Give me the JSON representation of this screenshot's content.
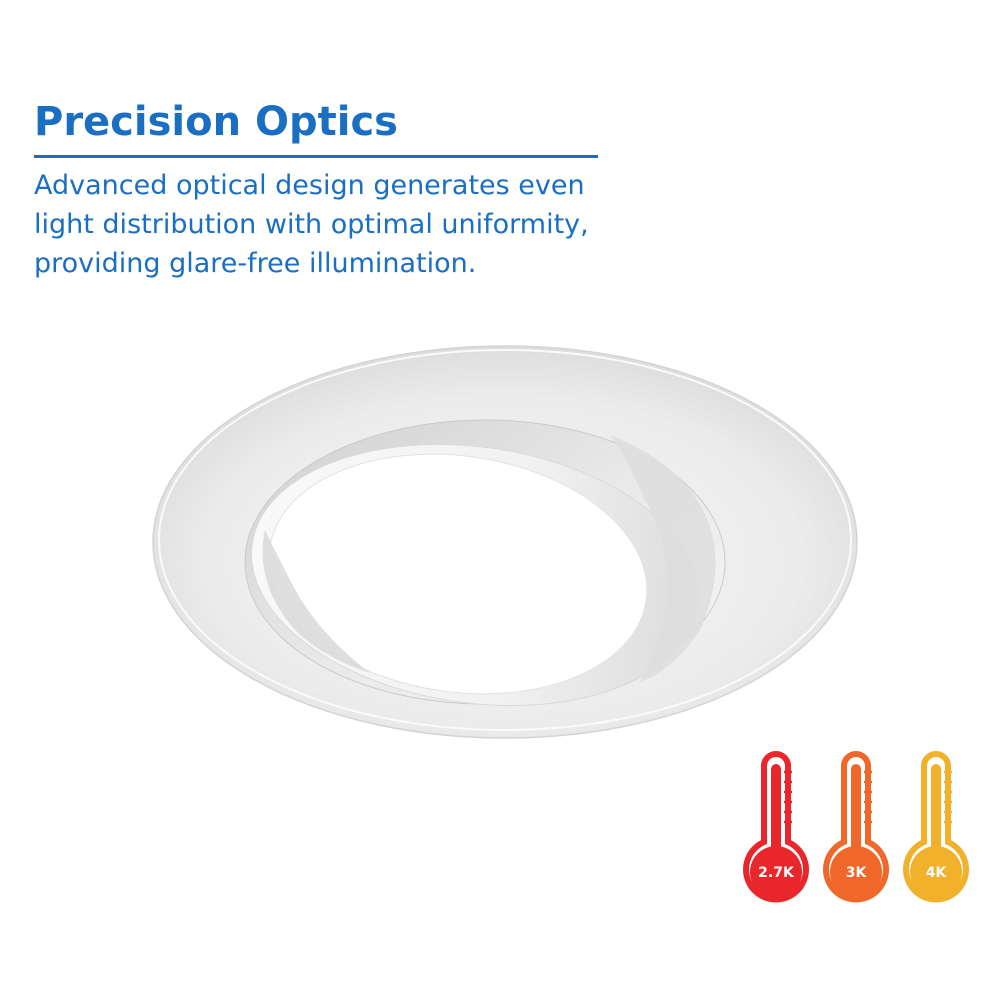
{
  "headline": "Precision Optics",
  "body_lines": [
    "Advanced optical design generates even",
    "light distribution with optimal uniformity,",
    "providing glare-free illumination."
  ],
  "product": {
    "icon": "recessed-gimbal-light-trim"
  },
  "color_temperatures": [
    {
      "label": "2.7K",
      "icon": "thermometer-icon",
      "color": "#e8262b"
    },
    {
      "label": "3K",
      "icon": "thermometer-icon",
      "color": "#f0672a"
    },
    {
      "label": "4K",
      "icon": "thermometer-icon",
      "color": "#f2b12a"
    }
  ],
  "colors": {
    "brand_blue": "#1a6fc3"
  }
}
